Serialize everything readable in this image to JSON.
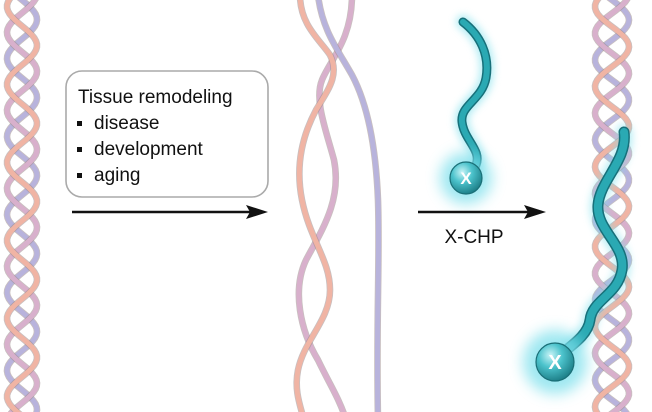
{
  "box": {
    "title": "Tissue remodeling",
    "bullets": [
      "disease",
      "development",
      "aging"
    ]
  },
  "probe_label": "X-CHP",
  "probe_symbol": "X",
  "colors": {
    "strand_pink": "#f0b4a4",
    "strand_lavender": "#b8b3dc",
    "strand_mauve": "#d8b0cc",
    "probe_teal": "#2aa9b3",
    "glow": "#7ee0ec",
    "box_border": "#aaaaaa",
    "arrow": "#111111"
  }
}
